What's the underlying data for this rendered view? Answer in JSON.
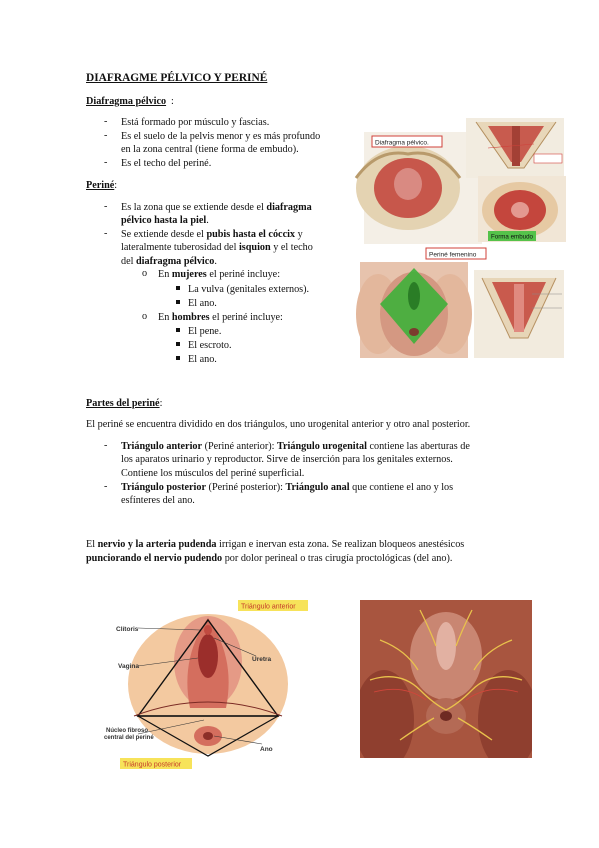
{
  "doc": {
    "title": "DIAFRAGME PÉLVICO Y PERINÉ",
    "diafragma": {
      "heading": "Diafragma pélvico",
      "items": [
        "Está formado por músculo y fascias.",
        "Es el suelo de la pelvis menor y es más profundo",
        "en la zona central (tiene forma de embudo).",
        "Es el techo del periné."
      ]
    },
    "perine": {
      "heading": "Periné",
      "b1_a": "Es la zona que se extiende desde el ",
      "b1_b": "diafragma",
      "b1_c": "pélvico hasta la piel",
      "b2_a": "Se extiende desde el ",
      "b2_b": "pubis hasta el cóccix",
      "b2_c": " y",
      "b2_d": "lateralmente tuberosidad del ",
      "b2_e": "isquion",
      "b2_f": " y el techo",
      "b2_g": "del ",
      "b2_h": "diafragma pélvico",
      "b2_i": ".",
      "muj_a": "En ",
      "muj_b": "mujeres",
      "muj_c": " el periné incluye:",
      "muj_items": [
        "La vulva (genitales externos).",
        "El ano."
      ],
      "hom_a": "En ",
      "hom_b": "hombres",
      "hom_c": " el periné incluye:",
      "hom_items": [
        "El pene.",
        "El escroto.",
        "El ano."
      ]
    },
    "partes": {
      "heading": "Partes del periné",
      "intro": "El periné se encuentra dividido en dos triángulos, uno urogenital anterior y otro anal posterior.",
      "ta_a": "Triángulo anterior",
      "ta_b": " (Periné anterior): ",
      "ta_c": "Triángulo urogenital",
      "ta_d": " contiene las aberturas de",
      "ta_l2": "los aparatos urinario y reproductor. Sirve de inserción para los genitales externos.",
      "ta_l3": "Contiene los músculos del periné superficial.",
      "tp_a": "Triángulo posterior",
      "tp_b": " (Periné posterior): ",
      "tp_c": "Triángulo anal",
      "tp_d": " que contiene el ano y los",
      "tp_l2": "esfínteres del ano."
    },
    "nervio": {
      "l1_a": "El ",
      "l1_b": "nervio y la arteria pudenda",
      "l1_c": " irrigan e inervan esta zona. Se realizan bloqueos anestésicos",
      "l2_a": "punciorando el nervio pudendo",
      "l2_b": " por dolor perineal o tras cirugía proctológicas (del ano)."
    },
    "dash": "-",
    "circle": "o"
  },
  "figures": {
    "top": {
      "label_diafragma": "Diafragma pélvico.",
      "label_perine": "Periné femenino",
      "label_embudo": "Forma embudo"
    },
    "triangles": {
      "anterior": "Triángulo anterior",
      "posterior": "Triángulo posterior",
      "clitoris": "Clítoris",
      "vagina": "Vagina",
      "uretra": "Uretra",
      "nucleo": [
        "Núcleo fibroso",
        "central del periné"
      ],
      "ano": "Ano"
    }
  },
  "colors": {
    "label_yellow": "#f7e35a",
    "label_red_border": "#d0403a",
    "embudo_green": "#55c24a",
    "muscle_red": "#c4463d",
    "bone": "#e9dcc5"
  }
}
